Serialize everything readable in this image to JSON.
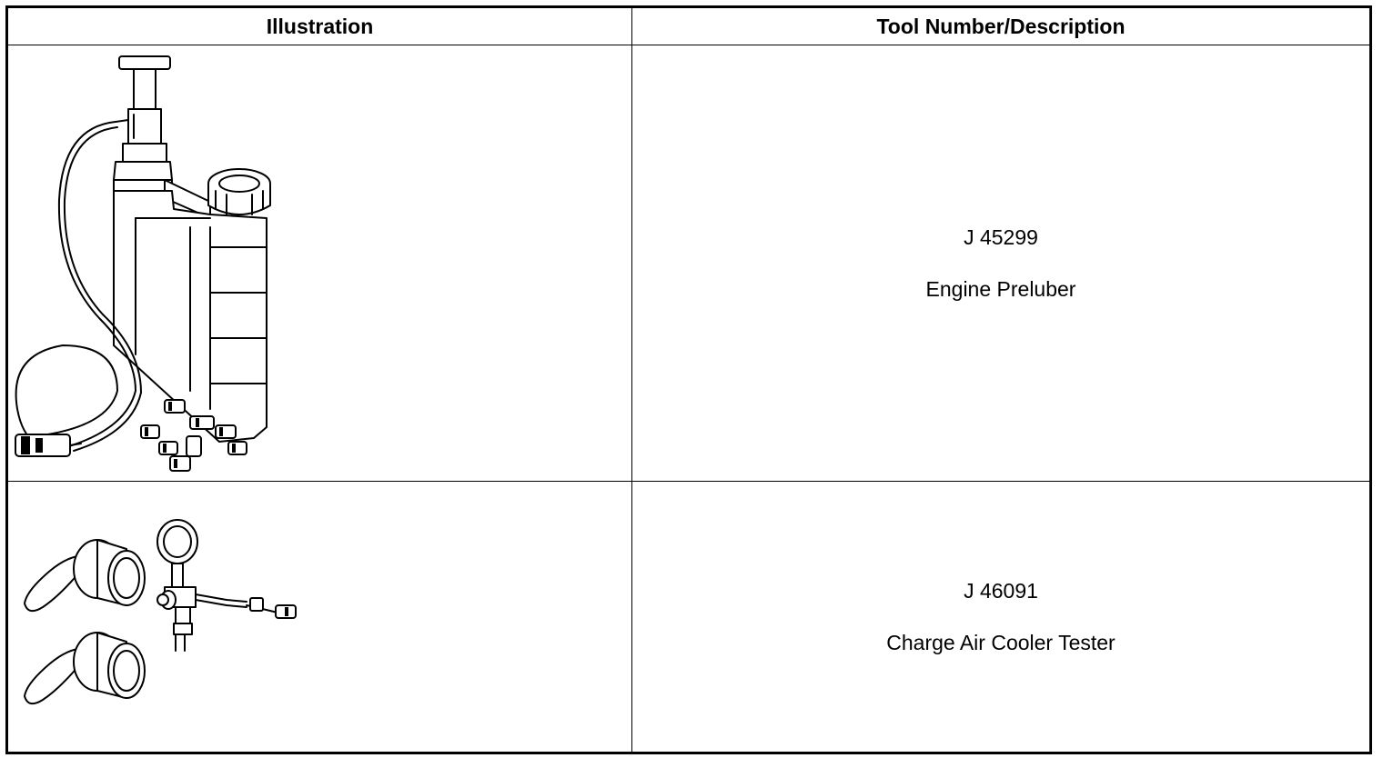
{
  "headers": {
    "illustration": "Illustration",
    "tool": "Tool Number/Description"
  },
  "tools": [
    {
      "number": "J 45299",
      "name": "Engine Preluber",
      "illustration_icon": "engine-preluber-illustration"
    },
    {
      "number": "J 46091",
      "name": "Charge Air Cooler Tester",
      "illustration_icon": "charge-air-cooler-tester-illustration"
    }
  ]
}
